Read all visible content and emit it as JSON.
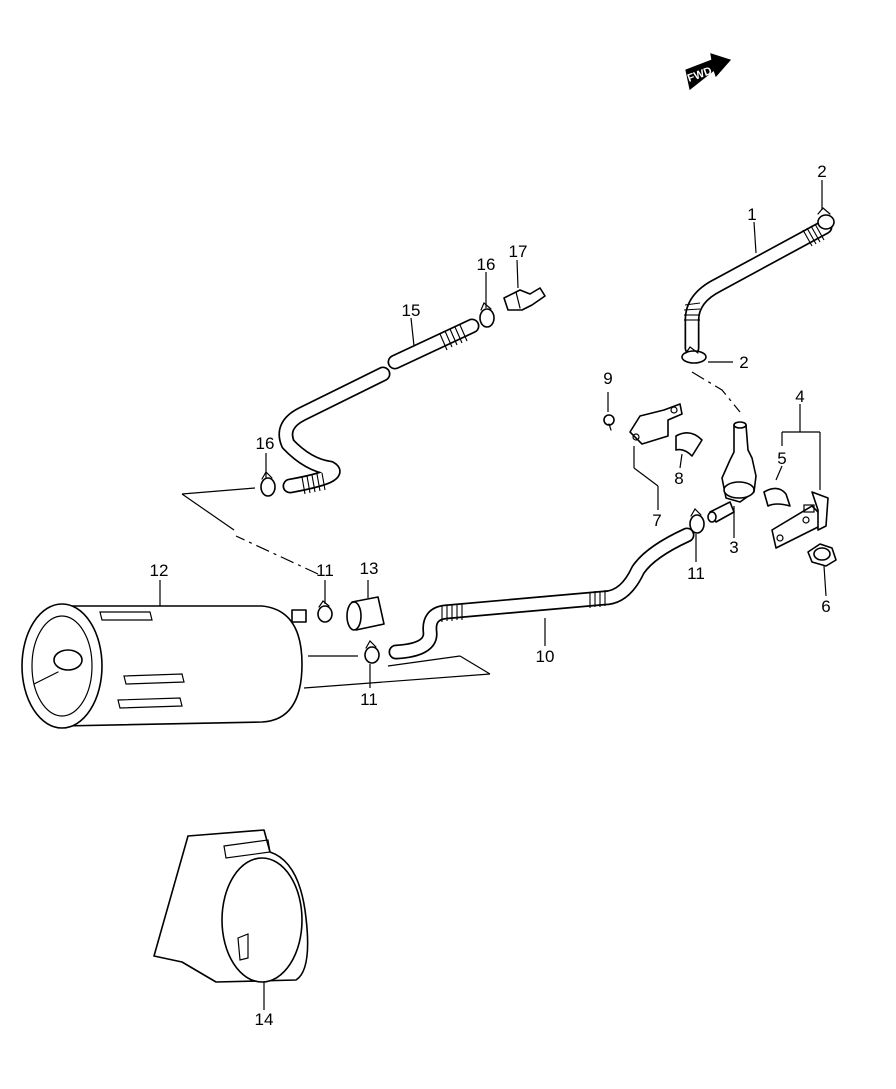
{
  "fwd_badge": {
    "text": "FWD",
    "icon": "forward-arrow-icon"
  },
  "callouts": [
    {
      "id": "c1",
      "text": "1"
    },
    {
      "id": "c2a",
      "text": "2"
    },
    {
      "id": "c2b",
      "text": "2"
    },
    {
      "id": "c3",
      "text": "3"
    },
    {
      "id": "c4",
      "text": "4"
    },
    {
      "id": "c5",
      "text": "5"
    },
    {
      "id": "c6",
      "text": "6"
    },
    {
      "id": "c7",
      "text": "7"
    },
    {
      "id": "c8",
      "text": "8"
    },
    {
      "id": "c9",
      "text": "9"
    },
    {
      "id": "c10",
      "text": "10"
    },
    {
      "id": "c11a",
      "text": "11"
    },
    {
      "id": "c11b",
      "text": "11"
    },
    {
      "id": "c11c",
      "text": "11"
    },
    {
      "id": "c12",
      "text": "12"
    },
    {
      "id": "c13",
      "text": "13"
    },
    {
      "id": "c14",
      "text": "14"
    },
    {
      "id": "c15",
      "text": "15"
    },
    {
      "id": "c16a",
      "text": "16"
    },
    {
      "id": "c16b",
      "text": "16"
    },
    {
      "id": "c17",
      "text": "17"
    }
  ]
}
